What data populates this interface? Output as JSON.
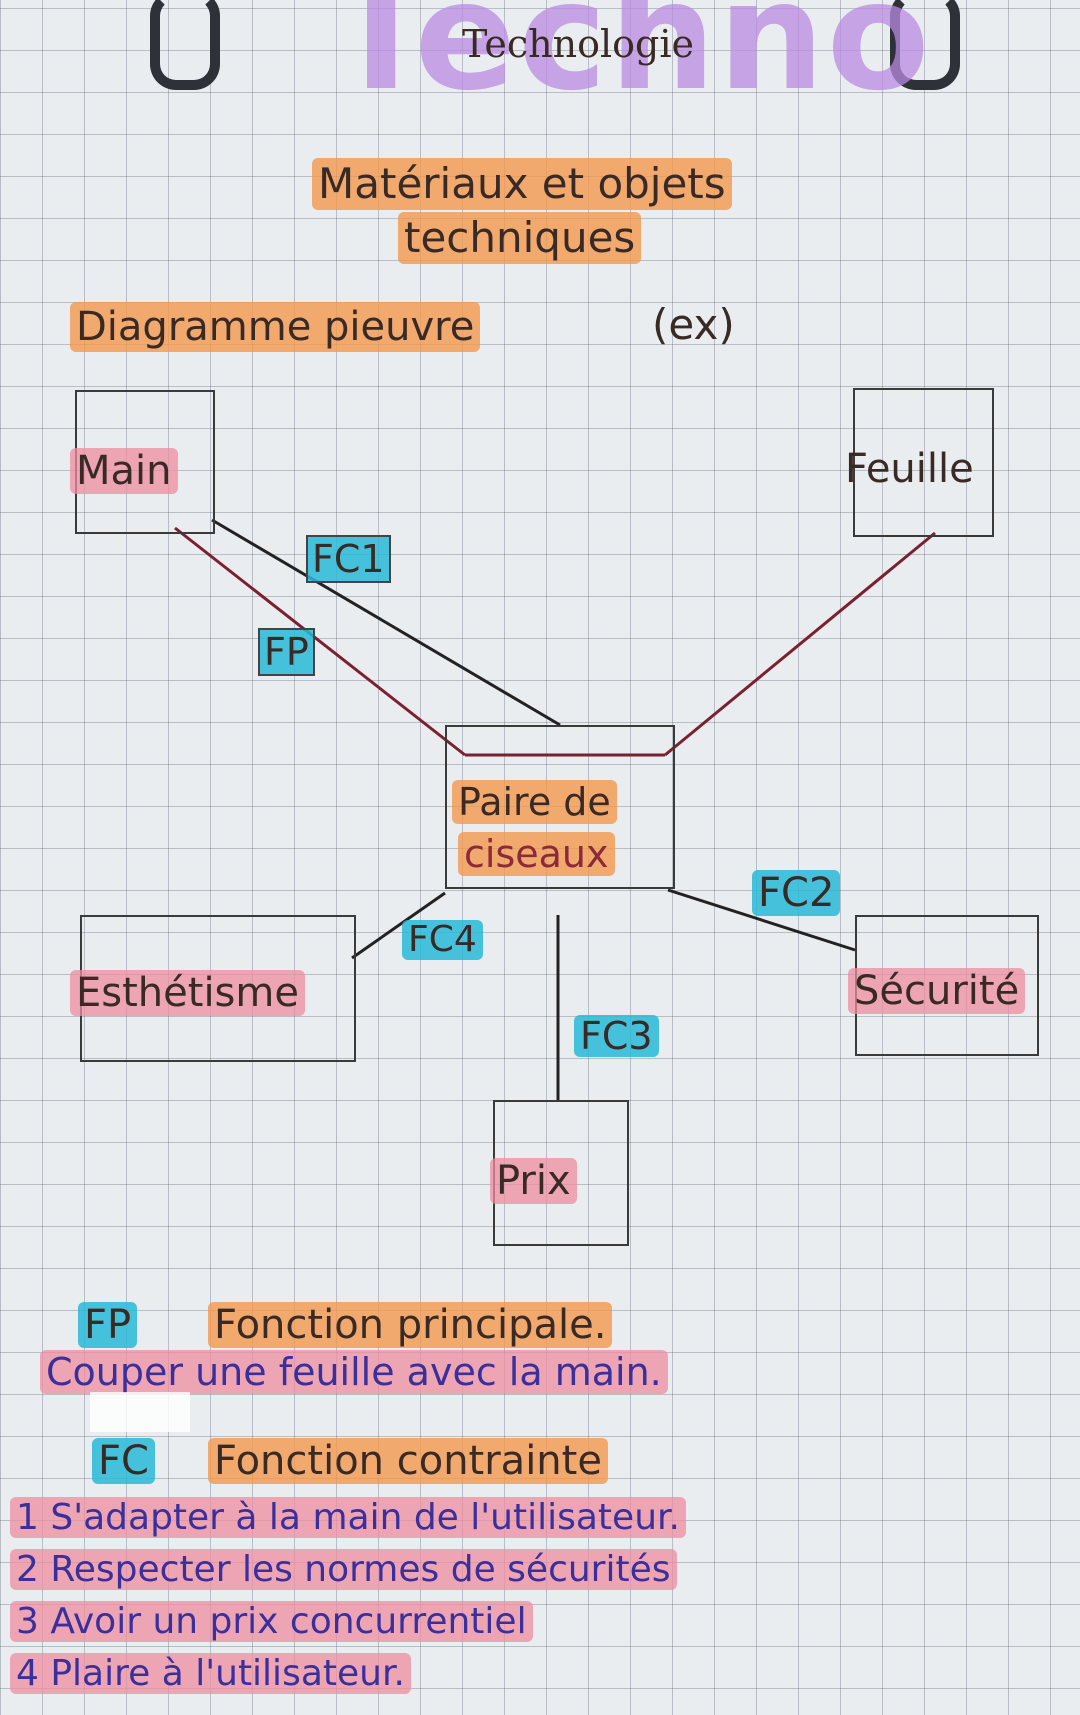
{
  "page": {
    "header_watermark": "Techno",
    "subject": "Technologie",
    "title_line1": "Matériaux et objets",
    "title_line2": "techniques",
    "section_label": "Diagramme pieuvre",
    "section_suffix": "(ex)"
  },
  "diagram": {
    "center_line1": "Paire de",
    "center_line2": "ciseaux",
    "nodes": {
      "main": "Main",
      "feuille": "Feuille",
      "esthetisme": "Esthétisme",
      "securite": "Sécurité",
      "prix": "Prix"
    },
    "links": {
      "fp": "FP",
      "fc1": "FC1",
      "fc2": "FC2",
      "fc3": "FC3",
      "fc4": "FC4"
    }
  },
  "legend": {
    "fp_abbr": "FP",
    "fp_label": "Fonction principale.",
    "fp_desc": "Couper une feuille avec la main.",
    "fc_abbr": "FC",
    "fc_label": "Fonction contrainte",
    "fc_items": [
      "1 S'adapter à la main de l'utilisateur.",
      "2 Respecter les normes de sécurités",
      "3 Avoir un prix concurrentiel",
      "4 Plaire à l'utilisateur."
    ]
  },
  "colors": {
    "highlight_orange": "#f49648",
    "highlight_pink": "#ee8ca0",
    "highlight_cyan": "#28b9d7",
    "watermark_purple": "#b98ae0",
    "ink_blue": "#3b2f9c",
    "link_red": "#7a2030"
  }
}
